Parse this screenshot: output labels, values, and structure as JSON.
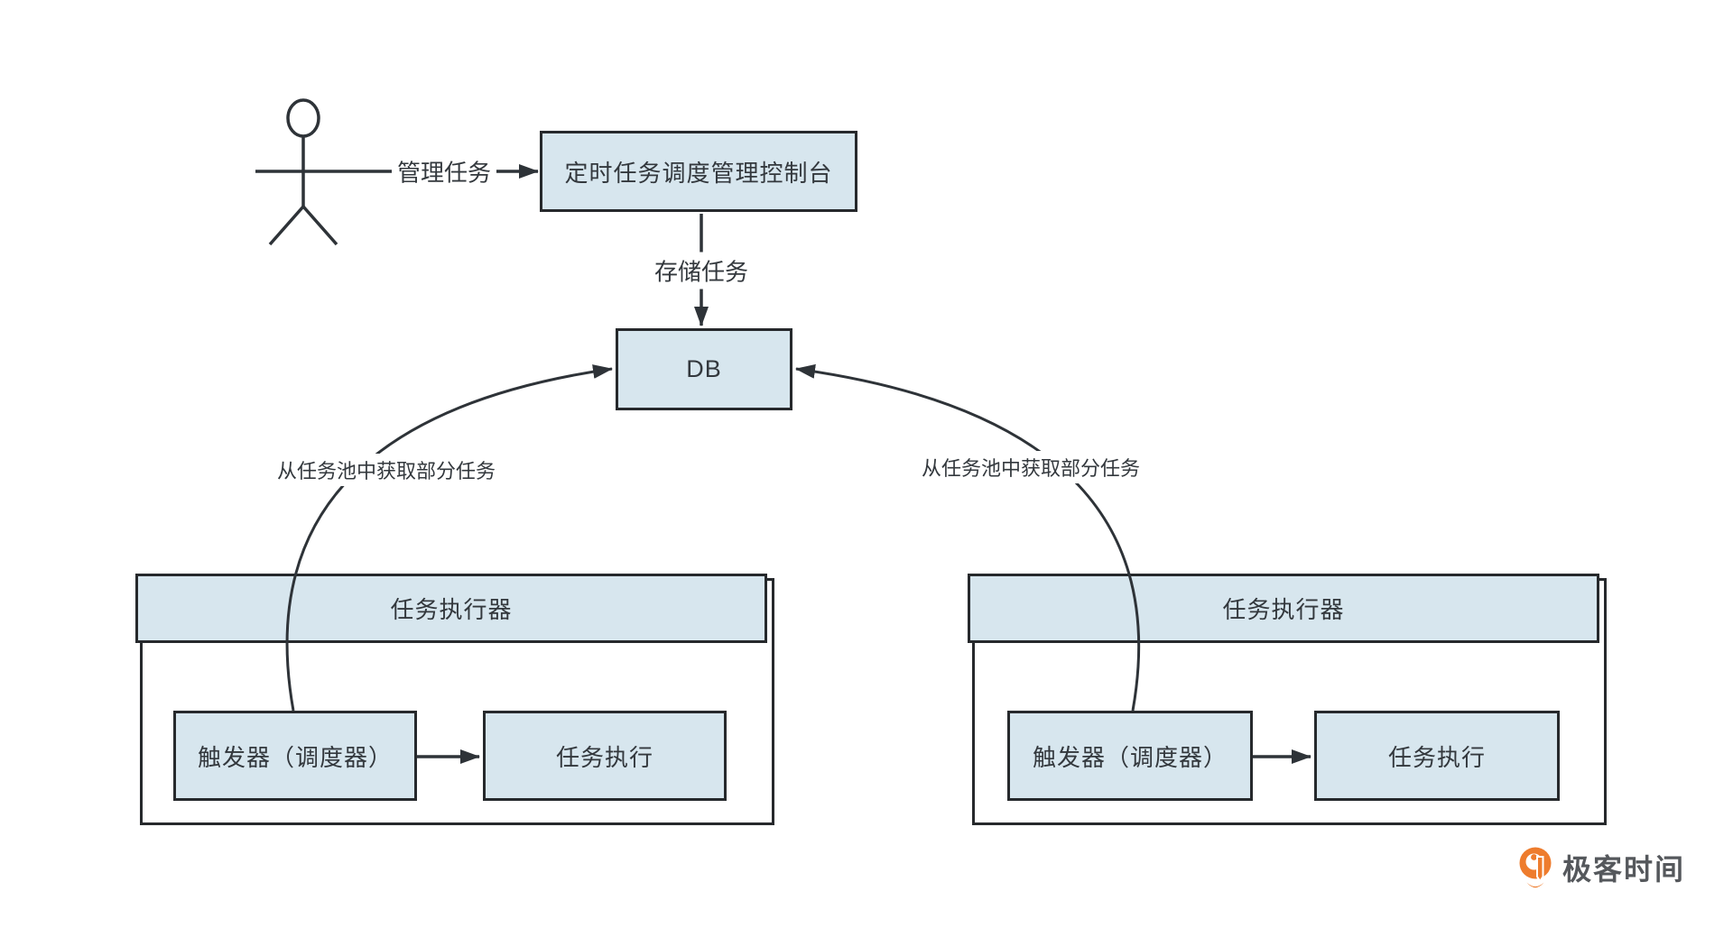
{
  "diagram": {
    "title_hint": "scheduled-task scheduling architecture",
    "nodes": {
      "console": "定时任务调度管理控制台",
      "db": "DB"
    },
    "edges": {
      "manage": "管理任务",
      "store": "存储任务",
      "fetch_left": "从任务池中获取部分任务",
      "fetch_right": "从任务池中获取部分任务"
    },
    "executors": [
      {
        "title": "任务执行器",
        "trigger": "触发器（调度器）",
        "exec": "任务执行"
      },
      {
        "title": "任务执行器",
        "trigger": "触发器（调度器）",
        "exec": "任务执行"
      }
    ],
    "colors": {
      "node_fill": "#d7e6ee",
      "node_border": "#26292c",
      "line": "#2e3338",
      "text": "#33383d",
      "logo_orange": "#ee7c2d",
      "logo_text_color": "#55585c",
      "canvas": "#ffffff"
    },
    "logo_text": "极客时间"
  }
}
